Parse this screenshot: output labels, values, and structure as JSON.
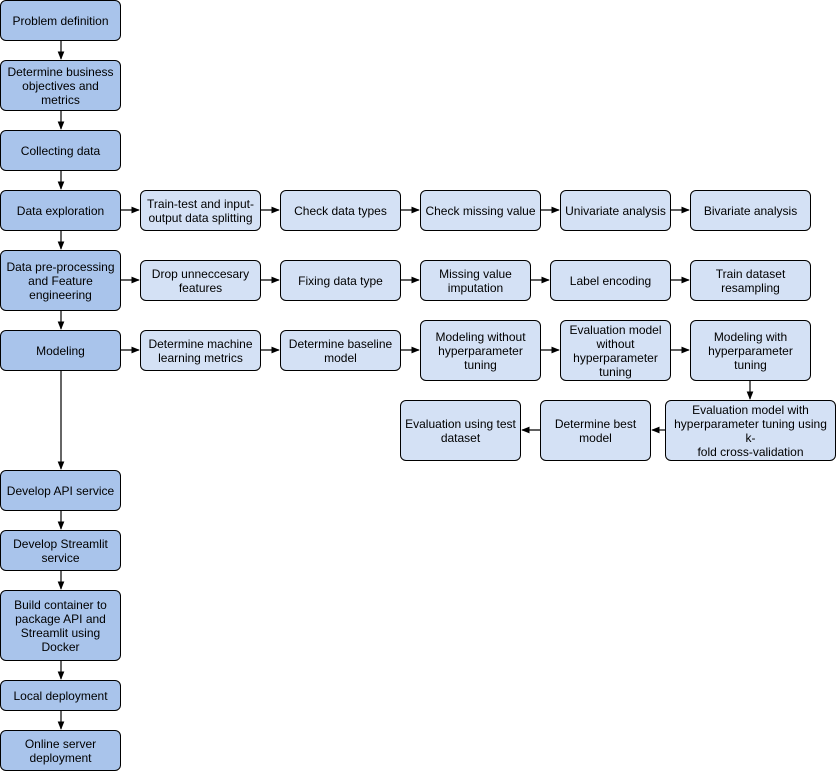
{
  "main_steps": [
    "Problem definition",
    "Determine business\nobjectives and\nmetrics",
    "Collecting data",
    "Data exploration",
    "Data pre-processing\nand Feature\nengineering",
    "Modeling",
    "Develop API service",
    "Develop Streamlit\nservice",
    "Build container to\npackage API and\nStreamlit using\nDocker",
    "Local deployment",
    "Online server\ndeployment"
  ],
  "exploration_steps": [
    "Train-test and input-\noutput data splitting",
    "Check data types",
    "Check missing value",
    "Univariate analysis",
    "Bivariate analysis"
  ],
  "preprocessing_steps": [
    "Drop unneccesary\nfeatures",
    "Fixing data type",
    "Missing value\nimputation",
    "Label encoding",
    "Train dataset\nresampling"
  ],
  "modeling_steps": [
    "Determine machine\nlearning metrics",
    "Determine baseline\nmodel",
    "Modeling without\nhyperparameter\ntuning",
    "Evaluation model\nwithout\nhyperparameter\ntuning",
    "Modeling with\nhyperparameter\ntuning",
    "Evaluation model with\nhyperparameter tuning using k-\nfold cross-validation",
    "Determine best\nmodel",
    "Evaluation using test\ndataset"
  ],
  "colors": {
    "main_fill": "#a9c4eb",
    "sub_fill": "#d4e1f5",
    "stroke": "#000000"
  }
}
